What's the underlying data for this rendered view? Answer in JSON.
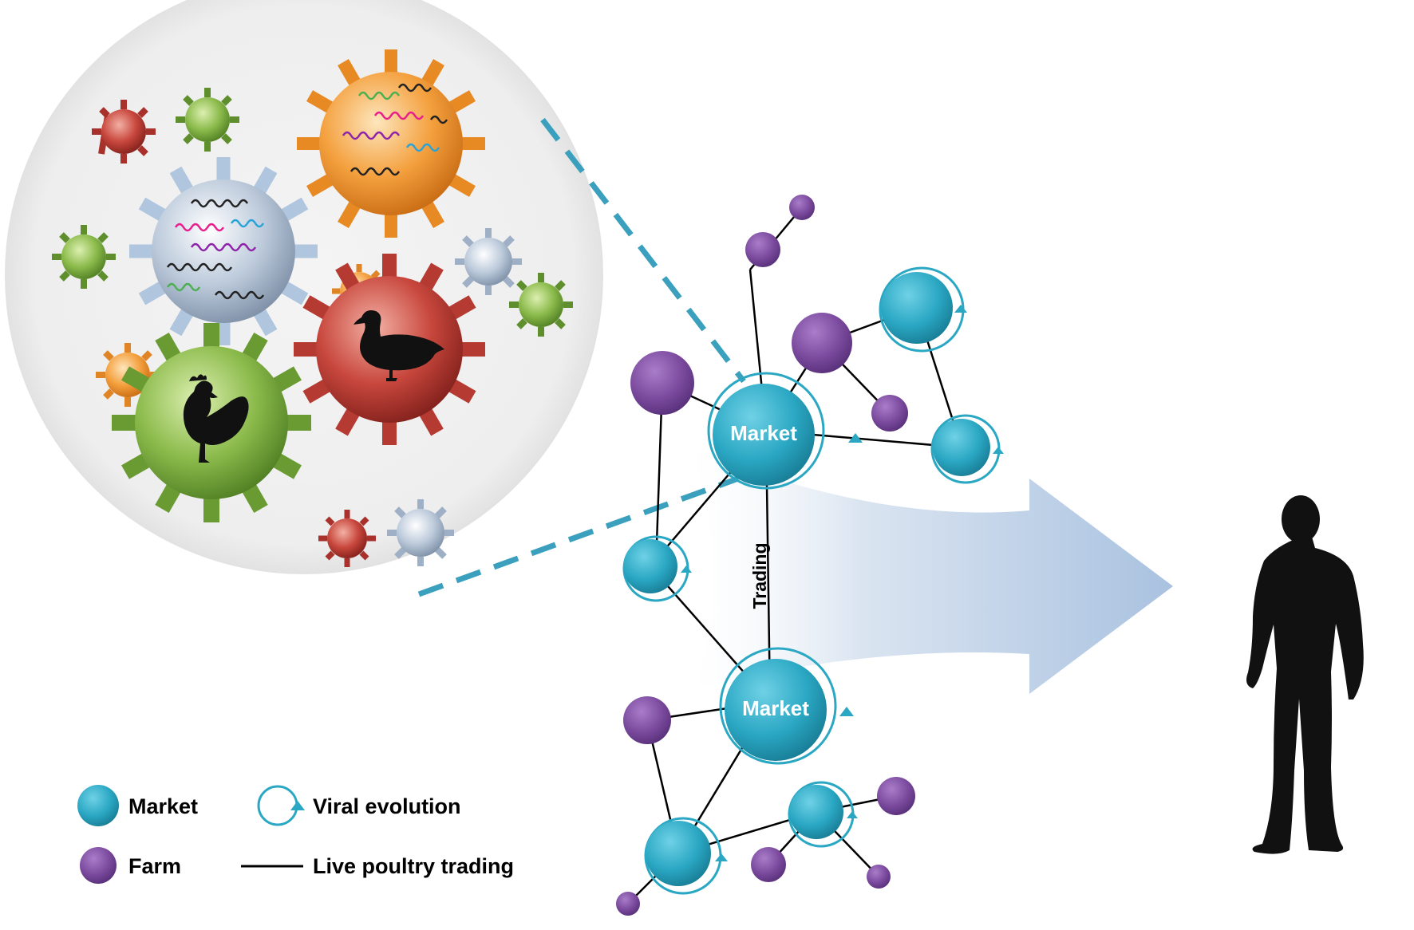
{
  "network": {
    "market_label": "Market",
    "trading_label": "Trading"
  },
  "legend": {
    "market": "Market",
    "farm": "Farm",
    "viral_evolution": "Viral evolution",
    "live_poultry_trading": "Live poultry trading"
  },
  "colors": {
    "market": "#2aa7c3",
    "farm": "#7b4a9e",
    "zoom_dash": "#3aa0bd",
    "arrow": "#b6cbe4",
    "background_circle": "#f0f0f0",
    "virus_green": "#7cae3f",
    "virus_red": "#c2423a",
    "virus_orange": "#f39a32",
    "virus_grey": "#b7c4d3"
  },
  "icons": {
    "chicken": "chicken-silhouette-icon",
    "duck": "duck-silhouette-icon",
    "human": "human-silhouette-icon",
    "viral_evolution": "circular-arrow-icon"
  }
}
